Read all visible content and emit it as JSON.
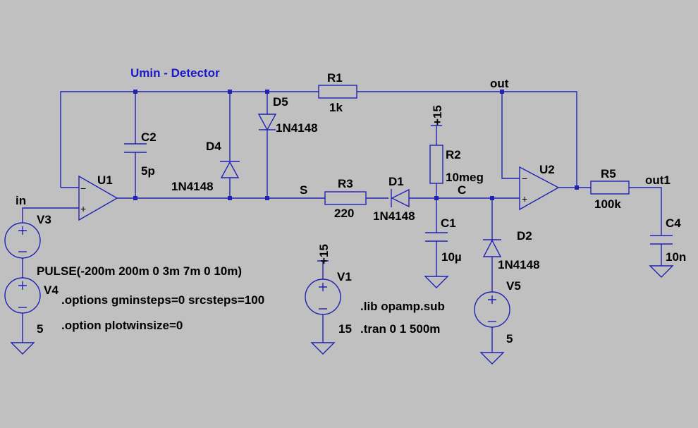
{
  "title": "Umin - Detector",
  "colors": {
    "background": "#c0c0c0",
    "wire": "#1f23b3",
    "title": "#1a1acc",
    "text": "#000000"
  },
  "components": {
    "U1": {
      "ref": "U1"
    },
    "U2": {
      "ref": "U2"
    },
    "R1": {
      "ref": "R1",
      "value": "1k"
    },
    "R2": {
      "ref": "R2",
      "value": "10meg"
    },
    "R3": {
      "ref": "R3",
      "value": "220"
    },
    "R5": {
      "ref": "R5",
      "value": "100k"
    },
    "C1": {
      "ref": "C1",
      "value": "10µ"
    },
    "C2": {
      "ref": "C2",
      "value": "5p"
    },
    "C4": {
      "ref": "C4",
      "value": "10n"
    },
    "D1": {
      "ref": "D1",
      "value": "1N4148"
    },
    "D2": {
      "ref": "D2",
      "value": "1N4148"
    },
    "D4": {
      "ref": "D4",
      "value": "1N4148"
    },
    "D5": {
      "ref": "D5",
      "value": "1N4148"
    },
    "V1": {
      "ref": "V1",
      "value": "15"
    },
    "V3": {
      "ref": "V3",
      "value": "PULSE(-200m 200m 0 3m 7m 0 10m)"
    },
    "V4": {
      "ref": "V4",
      "value": "5"
    },
    "V5": {
      "ref": "V5",
      "value": "5"
    }
  },
  "nets": {
    "in": "in",
    "out": "out",
    "out1": "out1",
    "S": "S",
    "C": "C",
    "plus15_v1": "+15",
    "plus15_r2": "+15"
  },
  "directives": [
    ".options gminsteps=0 srcsteps=100",
    ".option plotwinsize=0",
    ".lib opamp.sub",
    ".tran 0 1 500m"
  ],
  "pin_labels": {
    "plus": "+",
    "minus": "−"
  }
}
